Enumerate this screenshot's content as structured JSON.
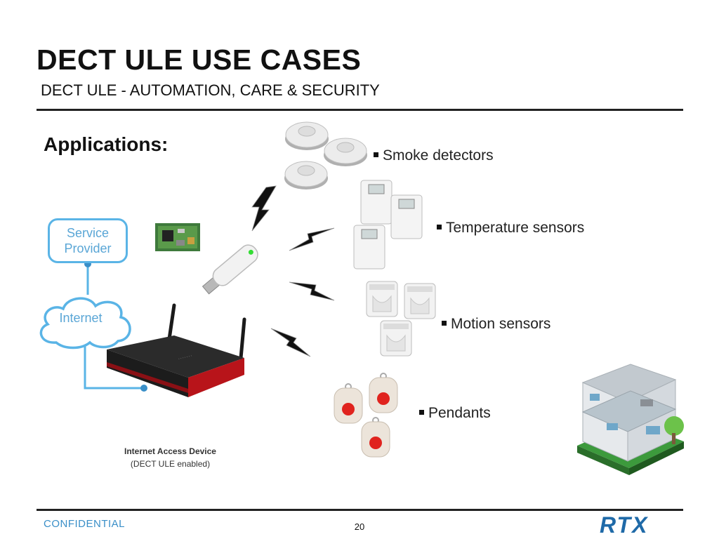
{
  "slide": {
    "title": "DECT ULE USE CASES",
    "subtitle": "DECT ULE - AUTOMATION, CARE & SECURITY",
    "applications_heading": "Applications:",
    "page_number": "20",
    "footer_label": "CONFIDENTIAL",
    "logo_text": "RTX"
  },
  "network": {
    "service_provider_line1": "Service",
    "service_provider_line2": "Provider",
    "internet_label": "Internet",
    "device_title": "Internet Access Device",
    "device_subtitle": "(DECT ULE enabled)"
  },
  "applications": [
    {
      "label": "Smoke detectors"
    },
    {
      "label": "Temperature sensors"
    },
    {
      "label": "Motion sensors"
    },
    {
      "label": "Pendants"
    }
  ],
  "colors": {
    "accent_blue": "#5ab4e6",
    "footer_blue": "#3a8fc8",
    "pendant_red": "#e0231e",
    "router_red": "#b8141a"
  },
  "icons": [
    "smoke-detector-icon",
    "thermostat-icon",
    "motion-sensor-icon",
    "pendant-icon",
    "router-icon",
    "usb-dongle-icon",
    "circuit-module-icon",
    "lightning-bolt-icon",
    "house-cutaway-icon",
    "cloud-icon"
  ]
}
